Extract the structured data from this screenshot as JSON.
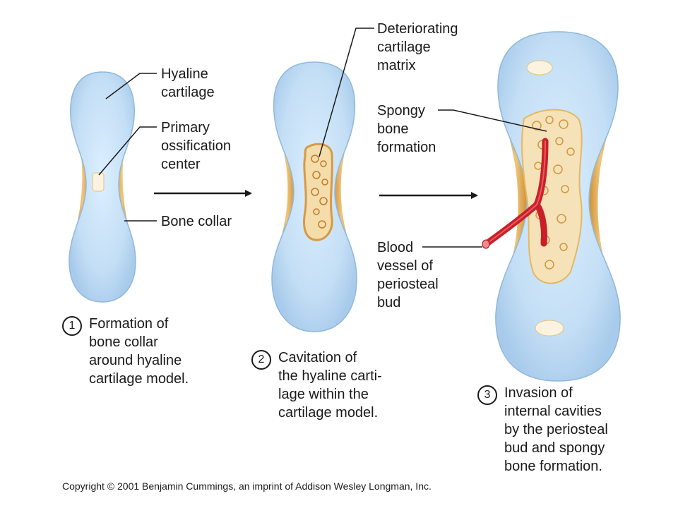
{
  "colors": {
    "cartilage": "#c9e3f7",
    "cartilage_edge": "#8fb8dc",
    "bone_collar": "#e7b35f",
    "spongy_bone": "#f3d9a8",
    "blood_vessel": "#c8202a",
    "line": "#1a1a1a"
  },
  "labels": {
    "hyaline_cartilage": [
      "Hyaline",
      "cartilage"
    ],
    "primary_ossification_center": [
      "Primary",
      "ossification",
      "center"
    ],
    "bone_collar": [
      "Bone collar"
    ],
    "deteriorating_matrix": [
      "Deteriorating",
      "cartilage",
      "matrix"
    ],
    "spongy_bone": [
      "Spongy",
      "bone",
      "formation"
    ],
    "blood_vessel": [
      "Blood",
      "vessel of",
      "periosteal",
      "bud"
    ]
  },
  "steps": [
    {
      "number": "1",
      "lines": [
        "Formation of",
        "bone collar",
        "around hyaline",
        "cartilage model."
      ]
    },
    {
      "number": "2",
      "lines": [
        "Cavitation of",
        "the hyaline carti-",
        "lage within the",
        "cartilage model."
      ]
    },
    {
      "number": "3",
      "lines": [
        "Invasion of",
        "internal cavities",
        "by the periosteal",
        "bud and spongy",
        "bone formation."
      ]
    }
  ],
  "copyright": "Copyright © 2001 Benjamin Cummings, an imprint of Addison Wesley Longman, Inc."
}
